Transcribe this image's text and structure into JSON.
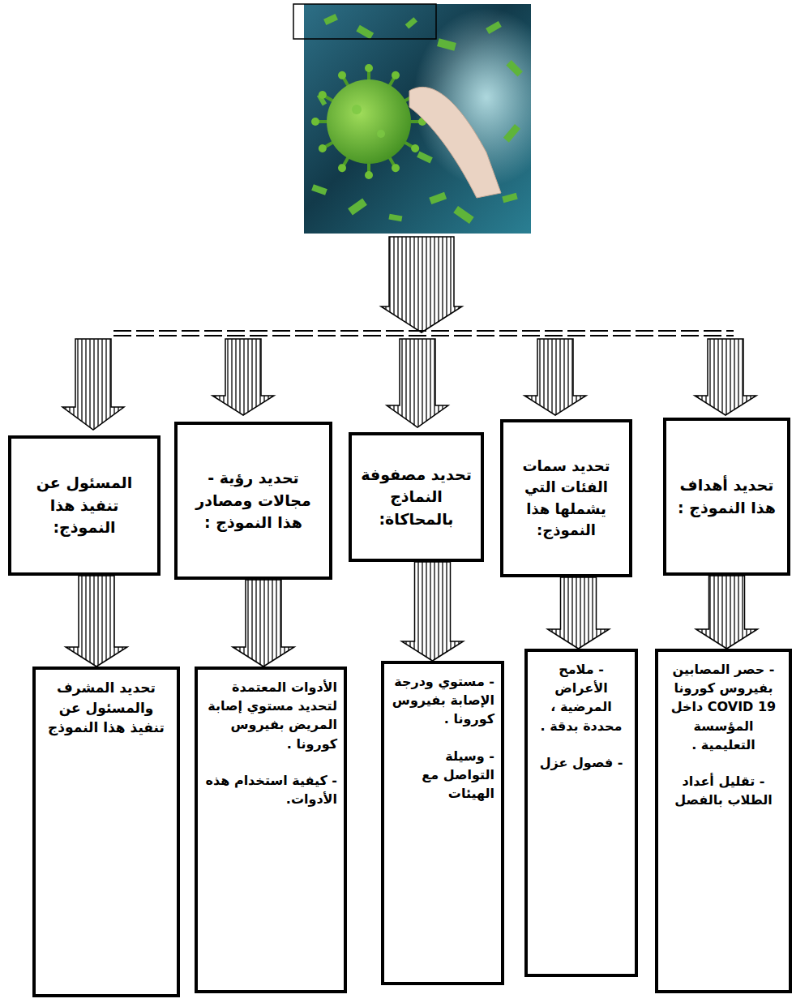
{
  "diagram": {
    "nodes": [
      {
        "text": [
          "تحديد أهداف هذا النموذج :"
        ]
      },
      {
        "text": [
          "تحديد سمات الفئات التي يشملها هذا النموذج:"
        ]
      },
      {
        "text": [
          "تحديد مصفوفة النماذج بالمحاكاة:"
        ]
      },
      {
        "text": [
          "تحديد رؤية - مجالات ومصادر هذا النموذج :"
        ]
      },
      {
        "text": [
          "المسئول عن تنفيذ هذا النموذج:"
        ]
      },
      {
        "text": [
          "- حصر المصابين بفيروس كورونا COVID 19 داخل المؤسسة التعليمية .",
          "- تقليل أعداد الطلاب بالفصل"
        ]
      },
      {
        "text": [
          "- ملامح الأعراض المرضية ، محددة بدقة .",
          "- فصول عزل"
        ]
      },
      {
        "text": [
          "- مستوي ودرجة الإصابة بفيروس كورونا .",
          "- وسيلة التواصل مع الهيئات"
        ]
      },
      {
        "text": [
          "الأدوات المعتمدة لتحديد مستوي إصابة المريض بفيروس كورونا .",
          "- كيفية استخدام هذه الأدوات."
        ]
      },
      {
        "text": [
          "تحديد المشرف والمسئول عن تنفيذ هذا النموذج"
        ]
      }
    ],
    "edges": [
      {
        "from": 0,
        "to": 5,
        "arrow": "to"
      },
      {
        "from": 1,
        "to": 6,
        "arrow": "to"
      },
      {
        "from": 2,
        "to": 7,
        "arrow": "to"
      },
      {
        "from": 3,
        "to": 8,
        "arrow": "to"
      },
      {
        "from": 4,
        "to": 9,
        "arrow": "to"
      }
    ]
  }
}
